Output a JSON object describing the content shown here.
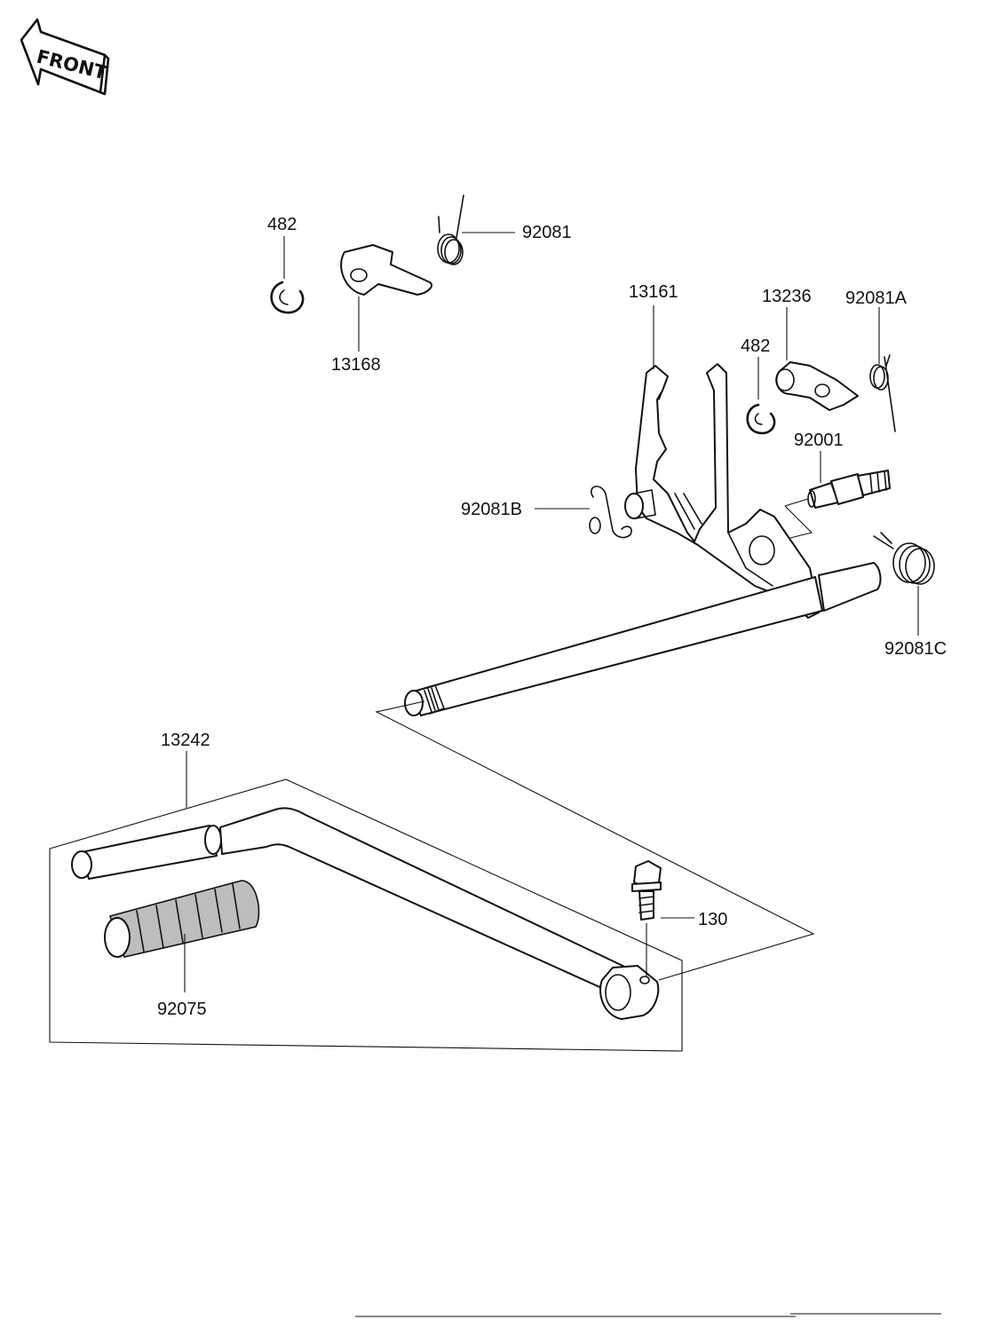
{
  "front_arrow": {
    "label": "FRONT",
    "icon": "front-direction-arrow-icon"
  },
  "part_labels": [
    {
      "id": "482-top",
      "text": "482"
    },
    {
      "id": "13168",
      "text": "13168"
    },
    {
      "id": "92081",
      "text": "92081"
    },
    {
      "id": "13161",
      "text": "13161"
    },
    {
      "id": "13236",
      "text": "13236"
    },
    {
      "id": "92081A",
      "text": "92081A"
    },
    {
      "id": "482-right",
      "text": "482"
    },
    {
      "id": "92001",
      "text": "92001"
    },
    {
      "id": "92081B",
      "text": "92081B"
    },
    {
      "id": "92081C",
      "text": "92081C"
    },
    {
      "id": "13242",
      "text": "13242"
    },
    {
      "id": "130",
      "text": "130"
    },
    {
      "id": "92075",
      "text": "92075"
    }
  ],
  "parts": [
    {
      "icon": "circlip-icon",
      "label_id": "482-top"
    },
    {
      "icon": "shift-lever-plate-icon",
      "label_id": "13168"
    },
    {
      "icon": "torsion-spring-icon",
      "label_id": "92081"
    },
    {
      "icon": "shift-mechanism-arm-icon",
      "label_id": "13161"
    },
    {
      "icon": "stopper-plate-icon",
      "label_id": "13236"
    },
    {
      "icon": "spring-icon",
      "label_id": "92081A"
    },
    {
      "icon": "circlip-icon",
      "label_id": "482-right"
    },
    {
      "icon": "stud-bolt-icon",
      "label_id": "92001"
    },
    {
      "icon": "hook-spring-icon",
      "label_id": "92081B"
    },
    {
      "icon": "return-spring-icon",
      "label_id": "92081C"
    },
    {
      "icon": "shift-pedal-icon",
      "label_id": "13242"
    },
    {
      "icon": "flange-bolt-icon",
      "label_id": "130"
    },
    {
      "icon": "rubber-footpeg-icon",
      "label_id": "92075"
    }
  ]
}
